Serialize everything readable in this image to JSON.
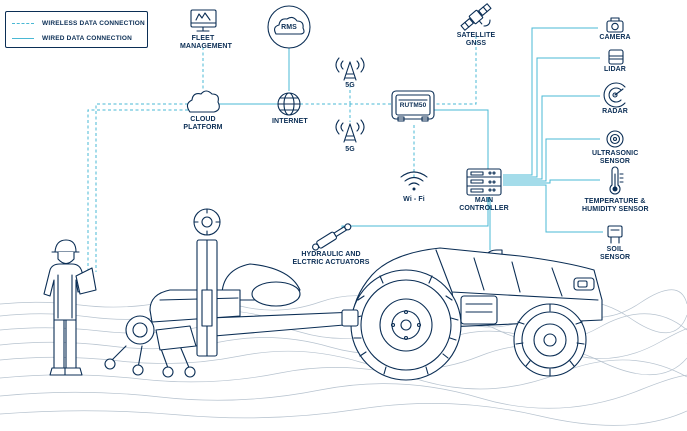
{
  "legend": {
    "wireless": "WIRELESS DATA CONNECTION",
    "wired": "WIRED DATA CONNECTION"
  },
  "nodes": {
    "fleet_management": "FLEET\nMANAGEMENT",
    "rms": "RMS",
    "satellite": "SATELLITE\nGNSS",
    "cloud": "CLOUD\nPLATFORM",
    "internet": "INTERNET",
    "fiveg_top": "5G",
    "fiveg_bottom": "5G",
    "router": "RUTM50",
    "wifi": "Wi - Fi",
    "main_controller": "MAIN\nCONTROLLER",
    "actuators": "HYDRAULIC AND\nELCTRIC ACTUATORS"
  },
  "sensors": {
    "camera": "CAMERA",
    "lidar": "LIDAR",
    "radar": "RADAR",
    "ultrasonic": "ULTRASONIC\nSENSOR",
    "temperature": "TEMPERATURE &\nHUMIDITY SENSOR",
    "soil": "SOIL\nSENSOR"
  },
  "colors": {
    "outline": "#0b2e55",
    "connection": "#4ab8d4",
    "background": "#ffffff"
  }
}
